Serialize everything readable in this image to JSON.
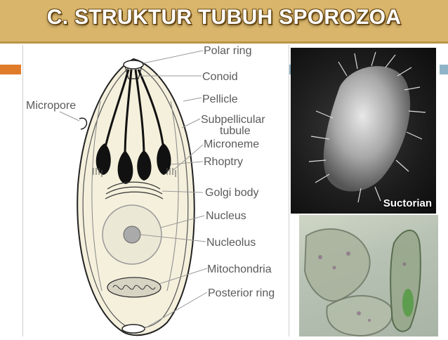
{
  "slide": {
    "title": "C. STRUKTUR TUBUH SPOROZOA"
  },
  "diagram": {
    "labels": {
      "polar_ring": "Polar ring",
      "conoid": "Conoid",
      "pellicle": "Pellicle",
      "subpellicular_line1": "Subpellicular",
      "subpellicular_line2": "tubule",
      "microneme": "Microneme",
      "rhoptry": "Rhoptry",
      "golgi_body": "Golgi body",
      "nucleus": "Nucleus",
      "nucleolus": "Nucleolus",
      "mitochondria": "Mitochondria",
      "posterior_ring": "Posterior ring",
      "micropore": "Micropore"
    }
  },
  "photos": {
    "sem_caption": "Suctorian"
  },
  "colors": {
    "title_bar": "#d8b56a",
    "accent_orange": "#e07b2a",
    "accent_blue": "#8fb4c8"
  }
}
